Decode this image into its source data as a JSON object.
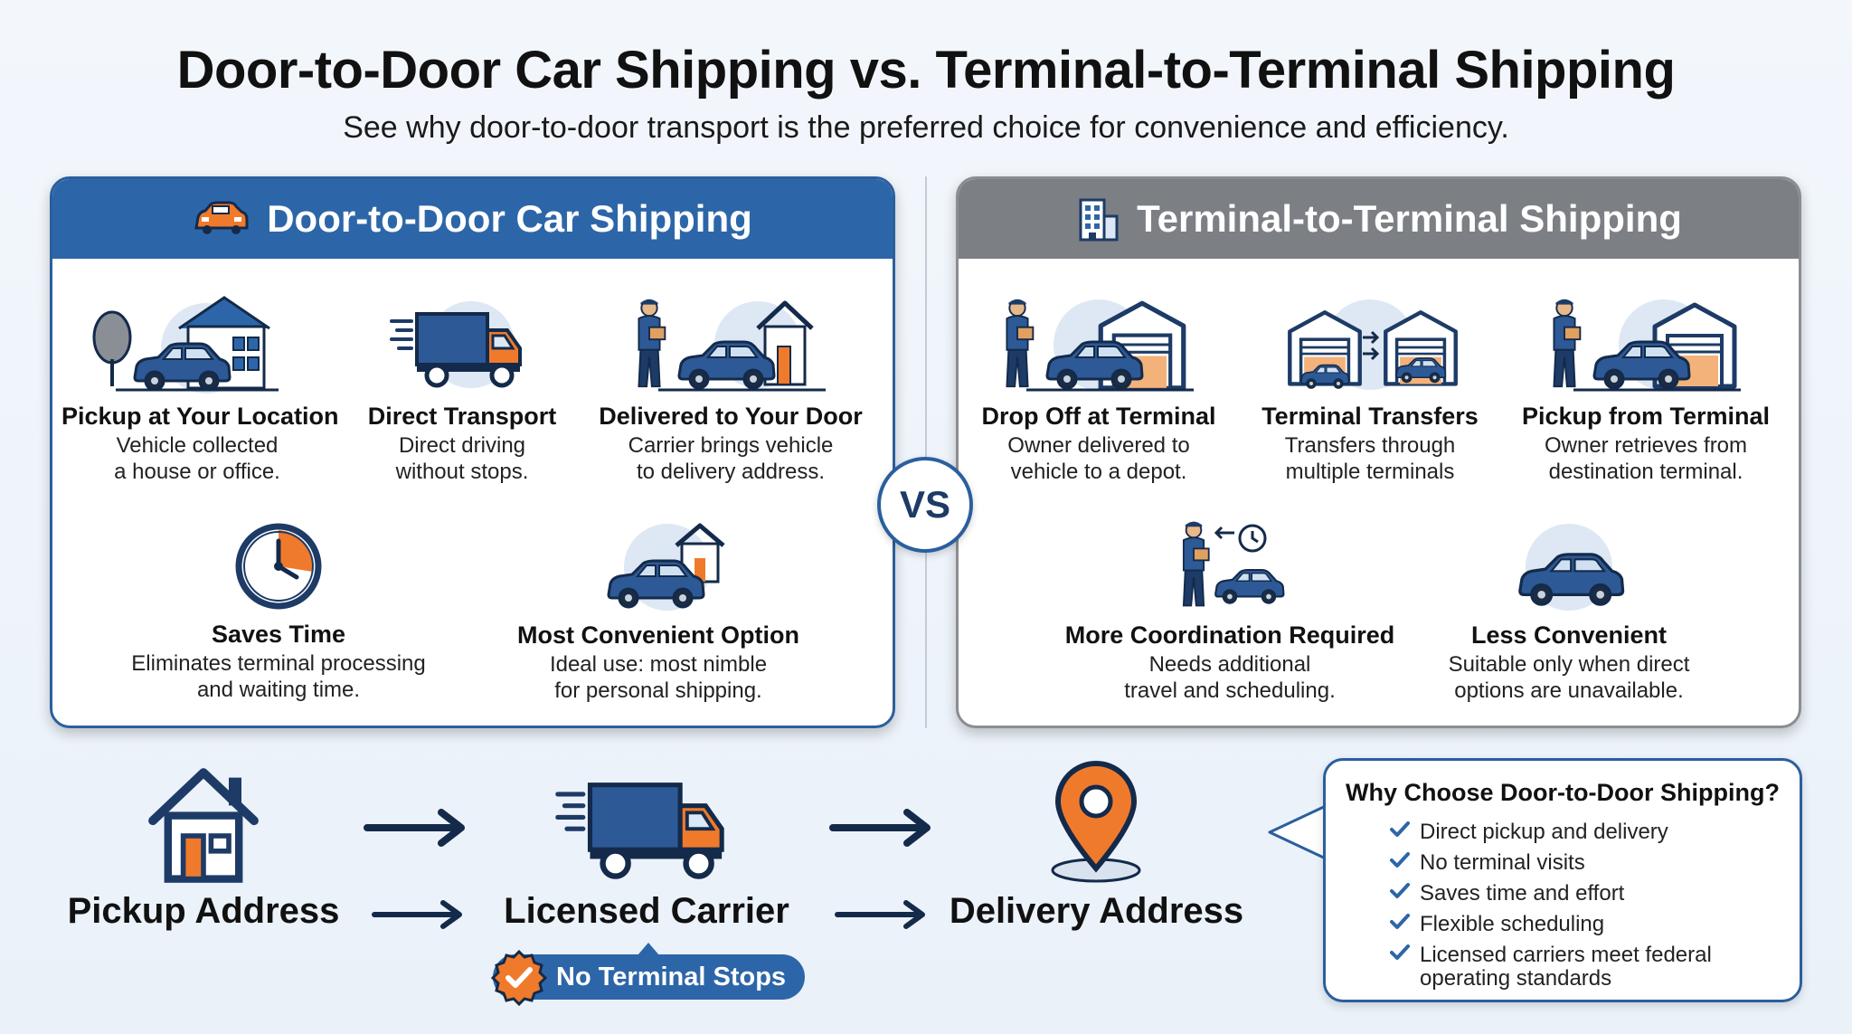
{
  "header": {
    "title": "Door-to-Door Car Shipping vs. Terminal-to-Terminal Shipping",
    "subtitle": "See why door-to-door transport is the preferred choice for convenience and efficiency."
  },
  "left_panel": {
    "title": "Door-to-Door Car Shipping",
    "items": [
      {
        "title": "Pickup at Your Location",
        "desc": "Vehicle collected\na house or office."
      },
      {
        "title": "Direct Transport",
        "desc": "Direct driving\nwithout stops."
      },
      {
        "title": "Delivered to Your Door",
        "desc": "Carrier brings vehicle\nto delivery address."
      },
      {
        "title": "Saves Time",
        "desc": "Eliminates terminal processing\nand waiting time."
      },
      {
        "title": "Most Convenient Option",
        "desc": "Ideal use: most nimble\nfor personal shipping."
      }
    ]
  },
  "vs_label": "VS",
  "right_panel": {
    "title": "Terminal-to-Terminal Shipping",
    "items": [
      {
        "title": "Drop Off at Terminal",
        "desc": "Owner delivered to\nvehicle to a depot."
      },
      {
        "title": "Terminal Transfers",
        "desc": "Transfers through\nmultiple terminals"
      },
      {
        "title": "Pickup from Terminal",
        "desc": "Owner retrieves from\ndestination terminal."
      },
      {
        "title": "More Coordination Required",
        "desc": "Needs additional\ntravel and scheduling."
      },
      {
        "title": "Less Convenient",
        "desc": "Suitable only when direct\noptions are unavailable."
      }
    ]
  },
  "flow": {
    "steps": [
      "Pickup Address",
      "Licensed Carrier",
      "Delivery Address"
    ],
    "badge": "No Terminal Stops"
  },
  "why_box": {
    "title": "Why Choose Door-to-Door Shipping?",
    "items": [
      "Direct pickup and delivery",
      "No terminal visits",
      "Saves time and effort",
      "Flexible scheduling",
      "Licensed carriers meet federal",
      "operating standards"
    ]
  },
  "colors": {
    "primary_blue": "#2d66a8",
    "navy": "#1d3b66",
    "orange": "#f07a2b",
    "gray_header": "#7c7f84"
  },
  "icons": [
    "car-icon",
    "building-icon",
    "house-icon",
    "truck-icon",
    "clock-icon",
    "location-pin-icon",
    "checkmark-icon",
    "warehouse-icon",
    "worker-icon"
  ]
}
